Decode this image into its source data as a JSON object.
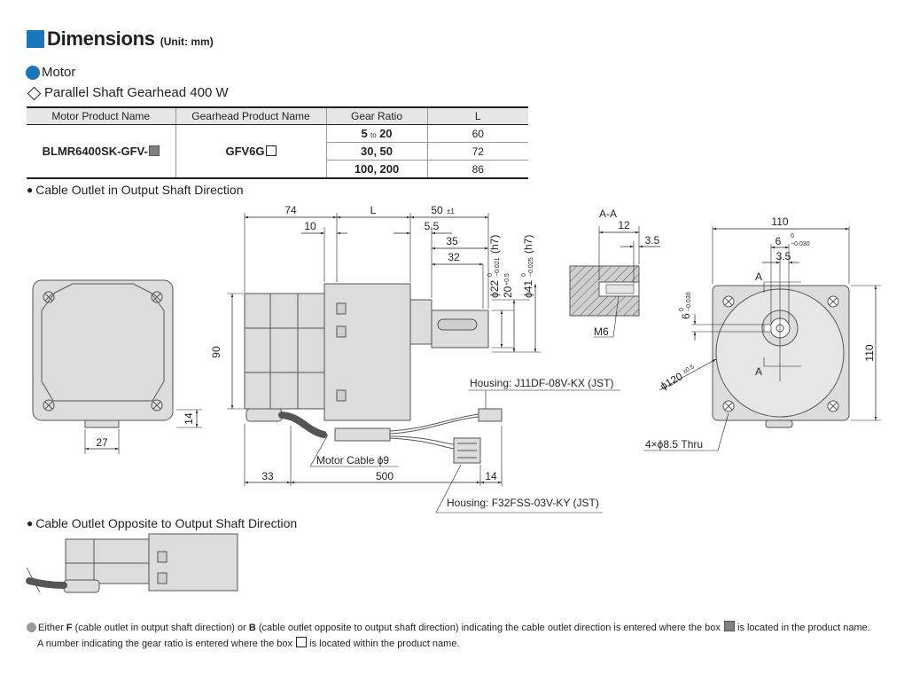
{
  "header": {
    "title": "Dimensions",
    "unit": "(Unit: mm)",
    "color": "#1b75bb"
  },
  "motor": {
    "heading": "Motor",
    "subheading": "Parallel Shaft Gearhead 400 W"
  },
  "table": {
    "headers": [
      "Motor Product Name",
      "Gearhead Product Name",
      "Gear Ratio",
      "L"
    ],
    "motor_name": "BLMR6400SK-GFV-",
    "gearhead_name": "GFV6G",
    "rows": [
      {
        "ratio_a": "5",
        "ratio_sep": "to",
        "ratio_b": "20",
        "L": "60"
      },
      {
        "ratio_a": "30",
        "ratio_sep": ",",
        "ratio_b": "50",
        "L": "72"
      },
      {
        "ratio_a": "100",
        "ratio_sep": ",",
        "ratio_b": "200",
        "L": "86"
      }
    ]
  },
  "section1": {
    "heading": "Cable Outlet in Output Shaft Direction"
  },
  "section2": {
    "heading": "Cable Outlet Opposite to Output Shaft Direction"
  },
  "side_view": {
    "dims": {
      "d74": "74",
      "dL": "L",
      "d50": "50",
      "d50_tol": "±1",
      "d10": "10",
      "d5_5": "5.5",
      "d35": "35",
      "d32": "32",
      "d90": "90",
      "d33": "33",
      "d500": "500",
      "d14": "14",
      "phi22": "ϕ22",
      "phi22_tol_top": "0",
      "phi22_tol_bot": "−0.021",
      "phi22_fit": "(h7)",
      "d20": "20",
      "d20_tol": "+0.5",
      "phi41": "ϕ41",
      "phi41_tol_top": "0",
      "phi41_tol_bot": "−0.025",
      "phi41_fit": "(h7)"
    },
    "labels": {
      "housing1": "Housing: J11DF-08V-KX (JST)",
      "housing2": "Housing: F32FSS-03V-KY (JST)",
      "motor_cable": "Motor Cable ϕ9"
    }
  },
  "back_view": {
    "d27": "27",
    "d14": "14"
  },
  "section_aa": {
    "title": "A-A",
    "d12": "12",
    "d3_5": "3.5",
    "thread": "M6"
  },
  "front_view": {
    "d110_top": "110",
    "d6": "6",
    "d6_tol_top": "0",
    "d6_tol_bot": "−0.030",
    "d3_5": "3.5",
    "d110_side": "110",
    "d6_left": "6",
    "d6_left_tol_top": "0",
    "d6_left_tol_bot": "−0.030",
    "phi120": "ϕ120",
    "phi120_tol": "±0.5",
    "sectionA": "A",
    "holes": "4×ϕ8.5 Thru"
  },
  "footnotes": {
    "l1_pre": "Either ",
    "l1_f": "F",
    "l1_mid1": " (cable outlet in output shaft direction) or ",
    "l1_b": "B",
    "l1_mid2": " (cable outlet opposite to output shaft direction) indicating the cable outlet direction is entered where the box ",
    "l1_post": " is located in the product name.",
    "l2_pre": "A number indicating the gear ratio is entered where the box ",
    "l2_post": " is located within the product name."
  }
}
